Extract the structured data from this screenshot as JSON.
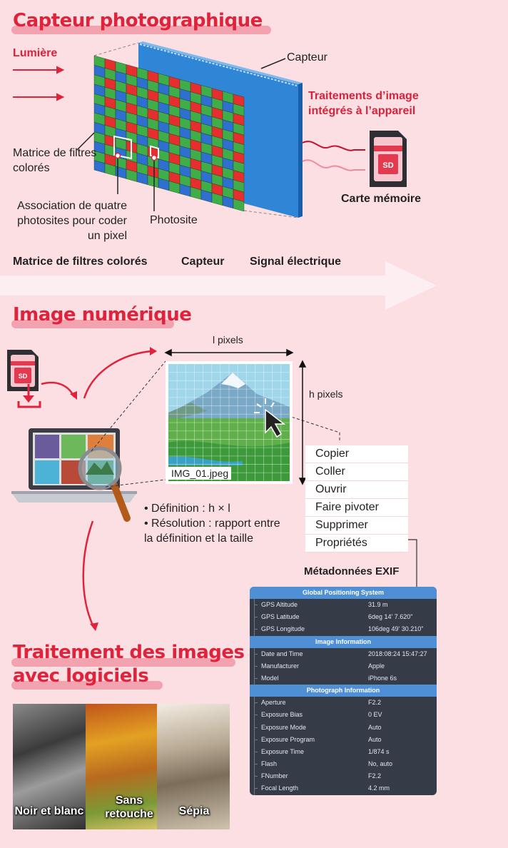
{
  "section1": {
    "title": "Capteur photographique",
    "light_label": "Lumière",
    "sensor_label": "Capteur",
    "processing_label": "Traitements d’image intégrés à l’appareil",
    "cfa_label": "Matrice de filtres colorés",
    "quad_label": "Association de quatre photosites pour coder un pixel",
    "photosite_label": "Photosite",
    "card_label": "Carte mémoire",
    "sd_text": "SD",
    "flow": [
      "Matrice de filtres colorés",
      "Capteur",
      "Signal électrique"
    ]
  },
  "section2": {
    "title": "Image numérique",
    "width_label": "l pixels",
    "height_label": "h pixels",
    "filename": "IMG_01.jpeg",
    "sd_text": "SD",
    "definition": "• Définition : h × l",
    "resolution": "• Résolution : rapport entre la définition et la taille",
    "context_menu": [
      "Copier",
      "Coller",
      "Ouvrir",
      "Faire pivoter",
      "Supprimer",
      "Propriétés"
    ],
    "exif_title": "Métadonnées EXIF"
  },
  "exif": [
    {
      "header": "Global Positioning System",
      "rows": [
        [
          "GPS Altitude",
          "31.9 m"
        ],
        [
          "GPS Latitude",
          "6deg 14' 7.620\""
        ],
        [
          "GPS Longitude",
          "106deg 49' 30.210\""
        ]
      ]
    },
    {
      "header": "Image Information",
      "rows": [
        [
          "Date and Time",
          "2018:08:24 15:47:27"
        ],
        [
          "Manufacturer",
          "Apple"
        ],
        [
          "Model",
          "iPhone 6s"
        ]
      ]
    },
    {
      "header": "Photograph Information",
      "rows": [
        [
          "Aperture",
          "F2.2"
        ],
        [
          "Exposure Bias",
          "0 EV"
        ],
        [
          "Exposure Mode",
          "Auto"
        ],
        [
          "Exposure Program",
          "Auto"
        ],
        [
          "Exposure Time",
          "1/874 s"
        ],
        [
          "Flash",
          "No, auto"
        ],
        [
          "FNumber",
          "F2.2"
        ],
        [
          "Focal Length",
          "4.2 mm"
        ]
      ]
    }
  ],
  "section3": {
    "title": "Traitement des images avec logiciels",
    "panels": [
      "Noir et blanc",
      "Sans retouche",
      "Sépia"
    ]
  },
  "colors": {
    "accent": "#e0223b",
    "background": "#fbdfe3",
    "sensor": "#2f8ad8",
    "filter_red": "#e62e2e",
    "filter_green": "#3fae49",
    "filter_blue": "#2f6fd0",
    "exif_header": "#4f8fd6",
    "exif_bg": "#353b47"
  }
}
